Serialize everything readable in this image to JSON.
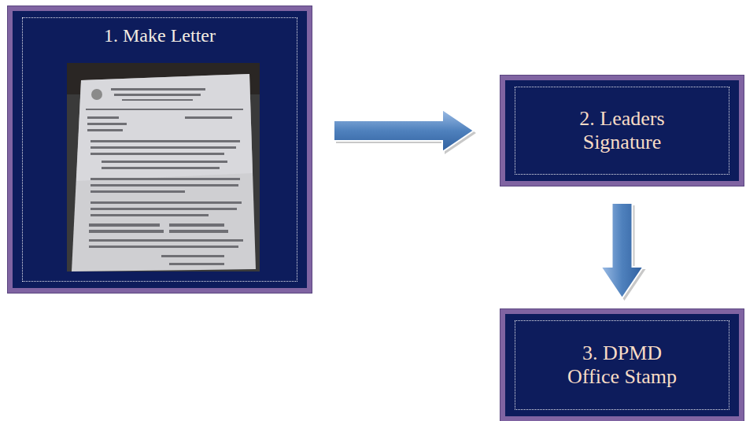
{
  "diagram": {
    "nodes": [
      {
        "text": [
          "1. Make Letter"
        ]
      },
      {
        "text": [
          "2. Leaders Signature"
        ]
      },
      {
        "text": [
          "3. DPMD Office Stamp"
        ]
      }
    ],
    "edges": [
      {
        "from": 0,
        "to": 1,
        "arrow": "to"
      },
      {
        "from": 1,
        "to": 2,
        "arrow": "to"
      }
    ]
  }
}
